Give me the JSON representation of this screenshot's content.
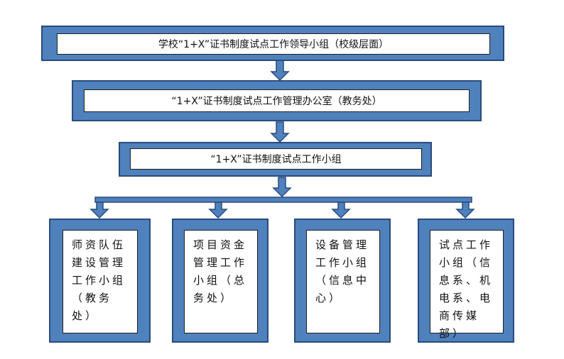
{
  "colors": {
    "frame_fill": "#4F81BD",
    "frame_border": "#2A4B7C",
    "box_fill": "#FFFFFF",
    "text": "#111111"
  },
  "diagram": {
    "level1": "学校“1+X”证书制度试点工作领导小组（校级层面）",
    "level2": "“1+X”证书制度试点工作管理办公室（教务处）",
    "level3": "“1+X”证书制度试点工作小组",
    "groups": [
      {
        "label": "师资队伍建设管理工作小组（教务处）"
      },
      {
        "label": "项目资金管理工作小组（总务处）"
      },
      {
        "label": "设备管理工作小组（信息中心）"
      },
      {
        "label": "试点工作小组（信息系、机电系、电商传媒部）"
      }
    ]
  }
}
